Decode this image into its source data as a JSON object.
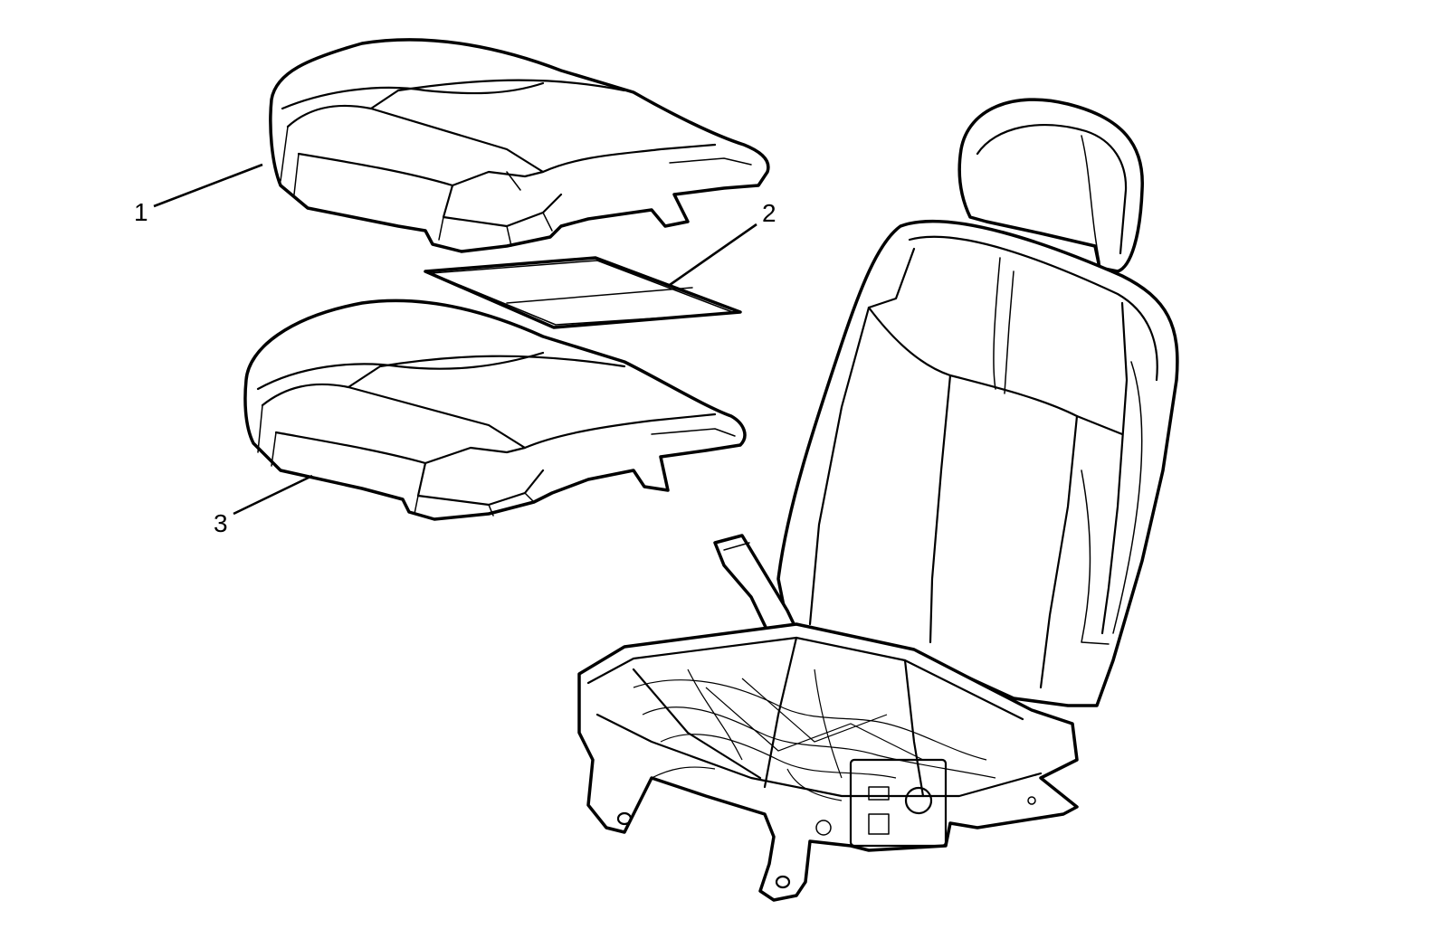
{
  "callouts": [
    {
      "number": "1",
      "part": "seat-cushion-cover"
    },
    {
      "number": "2",
      "part": "seat-heater-pad"
    },
    {
      "number": "3",
      "part": "seat-cushion-pad"
    }
  ],
  "colors": {
    "line": "#000000",
    "background": "#ffffff"
  }
}
